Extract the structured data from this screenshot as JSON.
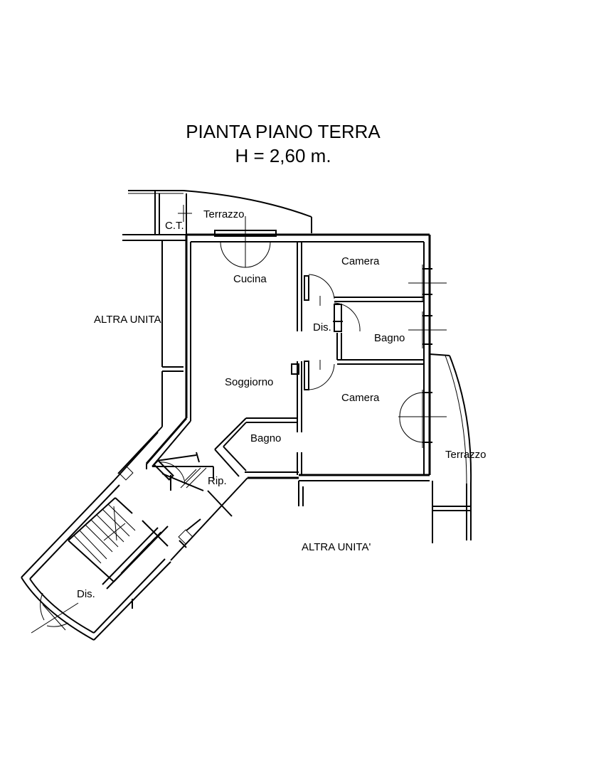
{
  "title": {
    "line1": "PIANTA PIANO TERRA",
    "line2": "H = 2,60 m."
  },
  "rooms": {
    "terrazzo_top": "Terrazzo",
    "ct": "C.T.",
    "cucina": "Cucina",
    "camera_top": "Camera",
    "altra_unita_left": "ALTRA UNITA'",
    "dis_center": "Dis.",
    "bagno_right": "Bagno",
    "soggiorno": "Soggiorno",
    "camera_bottom": "Camera",
    "bagno_small": "Bagno",
    "terrazzo_right": "Terrazzo",
    "rip": "Rip.",
    "altra_unita_bottom": "ALTRA UNITA'",
    "dis_stairs": "Dis."
  },
  "colors": {
    "lines": "#000000",
    "background": "#ffffff"
  }
}
